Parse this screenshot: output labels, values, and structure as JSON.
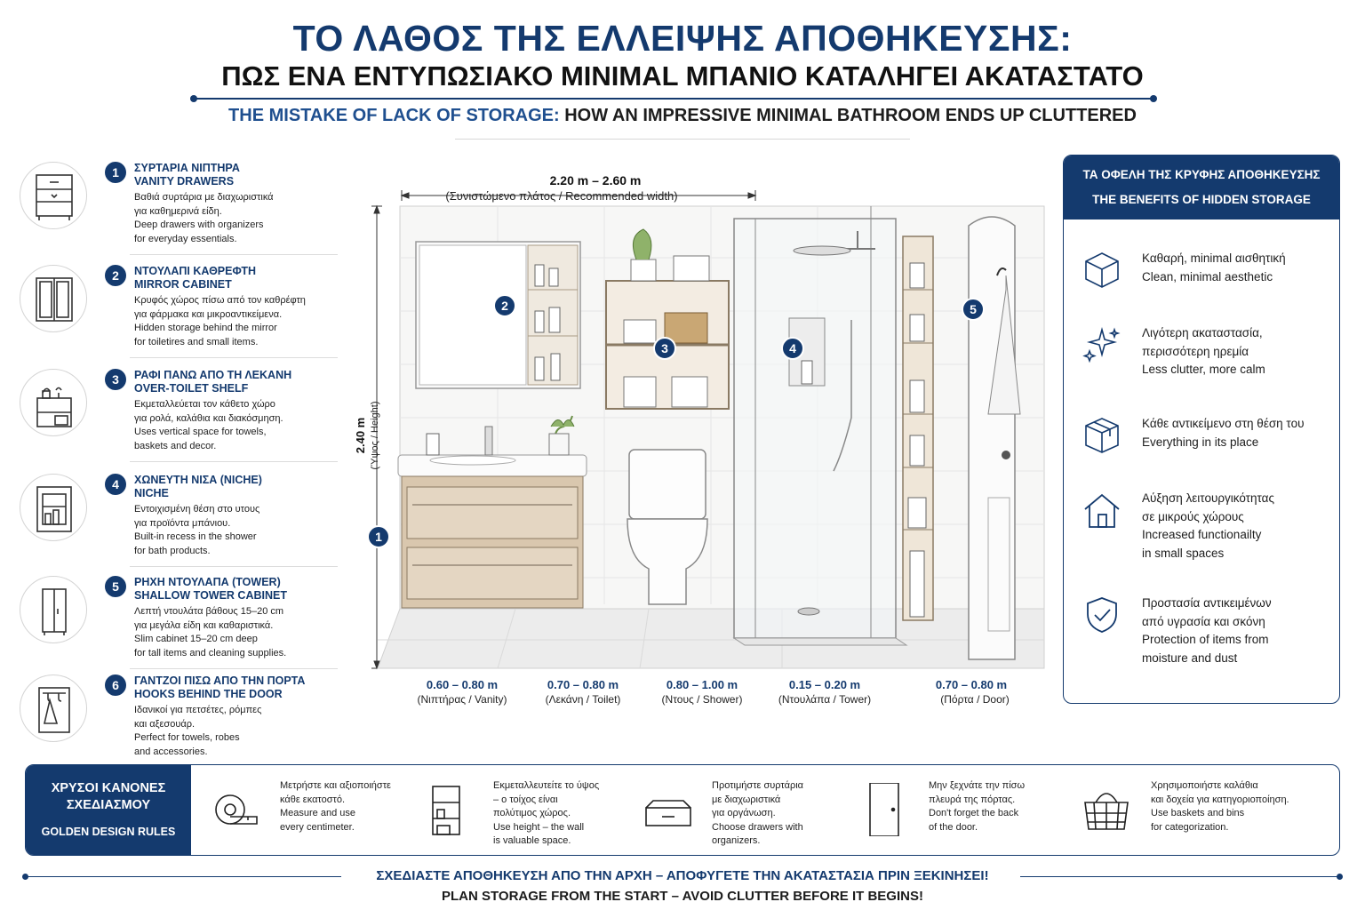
{
  "header": {
    "title_el": "ΤΟ ΛΑΘΟΣ ΤΗΣ ΕΛΛΕΙΨΗΣ ΑΠΟΘΗΚΕΥΣΗΣ:",
    "subtitle_el": "ΠΩΣ ΕΝΑ ΕΝΤΥΠΩΣΙΑΚΟ MINIMAL ΜΠΑΝΙΟ ΚΑΤΑΛΗΓΕΙ ΑΚΑΤΑΣΤΑΤΟ",
    "title_en_highlight": "THE MISTAKE OF LACK OF STORAGE:",
    "title_en_rest": "HOW AN IMPRESSIVE MINIMAL BATHROOM ENDS UP CLUTTERED"
  },
  "features": [
    {
      "num": "1",
      "icon": "vanity-drawers-icon",
      "title_el": "ΣΥΡΤΑΡΙΑ ΝΙΠΤΗΡΑ",
      "title_en": "VANITY DRAWERS",
      "desc": "Βαθιά συρτάρια με διαχωριστικά\nγια καθημερινά είδη.\nDeep drawers with organizers\nfor everyday essentials."
    },
    {
      "num": "2",
      "icon": "mirror-cabinet-icon",
      "title_el": "ΝΤΟΥΛΑΠΙ ΚΑΘΡΕΦΤΗ",
      "title_en": "MIRROR CABINET",
      "desc": "Κρυφός χώρος πίσω από τον καθρέφτη\nγια φάρμακα και μικροαντικείμενα.\nHidden storage behind the mirror\nfor toiletires and small items."
    },
    {
      "num": "3",
      "icon": "over-toilet-shelf-icon",
      "title_el": "ΡΑΦΙ ΠΑΝΩ ΑΠΟ ΤΗ ΛΕΚΑΝΗ",
      "title_en": "OVER-TOILET SHELF",
      "desc": "Εκμεταλλεύεται τον κάθετο χώρο\nγια ρολά, καλάθια και διακόσμηση.\nUses vertical space for towels,\nbaskets and decor."
    },
    {
      "num": "4",
      "icon": "niche-icon",
      "title_el": "ΧΩΝΕΥΤΗ ΝΙΣΑ (NICHE)",
      "title_en": "NICHE",
      "desc": "Εντοιχισμένη θέση στο υτους\nγια προϊόντα μπάνιου.\nBuilt-in recess in the shower\nfor bath products."
    },
    {
      "num": "5",
      "icon": "tower-cabinet-icon",
      "title_el": "ΡΗΧΗ ΝΤΟΥΛΑΠΑ (TOWER)",
      "title_en": "SHALLOW TOWER CABINET",
      "desc": "Λεπτή ντουλάτα βάθους 15–20 cm\nγια μεγάλα είδη και καθαριστικά.\nSlim cabinet 15–20 cm deep\nfor tall items and cleaning supplies."
    },
    {
      "num": "6",
      "icon": "door-hooks-icon",
      "title_el": "ΓΑΝΤΖΟΙ ΠΙΣΩ ΑΠΟ ΤΗΝ ΠΟΡΤΑ",
      "title_en": "HOOKS BEHIND THE DOOR",
      "desc": "Ιδανικοί για πετσέτες, ρόμπες\nκαι αξεσουάρ.\nPerfect for towels, robes\nand accessories."
    }
  ],
  "diagram": {
    "width_value": "2.20 m – 2.60 m",
    "width_label": "(Συνιστώμενο πλάτος / Recommended width)",
    "height_value": "2.40 m",
    "height_label": "(Ύψος / Height)",
    "markers": [
      "1",
      "2",
      "3",
      "4",
      "5"
    ],
    "widths": [
      {
        "value": "0.60 – 0.80 m",
        "label": "(Νιπτήρας / Vanity)"
      },
      {
        "value": "0.70 – 0.80 m",
        "label": "(Λεκάνη / Toilet)"
      },
      {
        "value": "0.80 – 1.00 m",
        "label": "(Ντους / Shower)"
      },
      {
        "value": "0.15 – 0.20 m",
        "label": "(Ντουλάπα / Tower)"
      },
      {
        "value": "0.70 – 0.80 m",
        "label": "(Πόρτα / Door)"
      }
    ]
  },
  "benefits": {
    "title_el": "ΤΑ ΟΦΕΛΗ ΤΗΣ ΚΡΥΦΗΣ ΑΠΟΘΗΚΕΥΣΗΣ",
    "title_en": "THE BENEFITS OF HIDDEN STORAGE",
    "items": [
      {
        "icon": "cube-icon",
        "text": "Καθαρή, minimal αισθητική\nClean, minimal aesthetic"
      },
      {
        "icon": "sparkle-icon",
        "text": "Λιγότερη ακαταστασία,\nπερισσότερη ηρεμία\nLess clutter, more calm"
      },
      {
        "icon": "box-icon",
        "text": "Κάθε αντικείμενο στη θέση του\nEverything in its place"
      },
      {
        "icon": "house-icon",
        "text": "Αύξηση λειτουργικότητας\nσε μικρούς χώρους\nIncreased functionailty\nin small spaces"
      },
      {
        "icon": "shield-check-icon",
        "text": "Προστασία αντικειμένων\nαπό υγρασία και σκόνη\nProtection of items from\nmoisture and dust"
      }
    ]
  },
  "rules": {
    "title_el": "ΧΡΥΣΟΙ ΚΑΝΟΝΕΣ\nΣΧΕΔΙΑΣΜΟΥ",
    "title_en": "GOLDEN DESIGN RULES",
    "items": [
      {
        "icon": "tape-measure-icon",
        "text": "Μετρήστε και αξιοποιήστε\nκάθε εκατοστό.\nMeasure and use\nevery centimeter."
      },
      {
        "icon": "shelf-unit-icon",
        "text": "Εκμεταλλευτείτε το ύψος\n– ο τοίχος είναι\nπολύτιμος χώρος.\nUse height – the wall\nis valuable space."
      },
      {
        "icon": "drawer-icon",
        "text": "Προτιμήστε συρτάρια\nμε διαχωριστικά\nγια οργάνωση.\nChoose drawers with\norganizers."
      },
      {
        "icon": "door-icon",
        "text": "Μην ξεχνάτε την πίσω\nπλευρά της πόρτας.\nDon't forget the back\nof the door."
      },
      {
        "icon": "basket-icon",
        "text": "Χρησιμοποιήστε καλάθια\nκαι δοχεία για κατηγοριοποίηση.\nUse baskets and bins\nfor categorization."
      }
    ]
  },
  "footer": {
    "line_el": "ΣΧΕΔΙΑΣΤΕ ΑΠΟΘΗΚΕΥΣΗ ΑΠΟ ΤΗΝ ΑΡΧΗ – ΑΠΟΦΥΓΕΤΕ ΤΗΝ ΑΚΑΤΑΣΤΑΣΙΑ ΠΡΙΝ ΞΕΚΙΝΗΣΕΙ!",
    "line_en": "PLAN STORAGE FROM THE START – AVOID CLUTTER BEFORE IT BEGINS!"
  },
  "colors": {
    "navy": "#143a6e",
    "wood": "#d9c7ae",
    "tile": "#f1f1f1"
  }
}
